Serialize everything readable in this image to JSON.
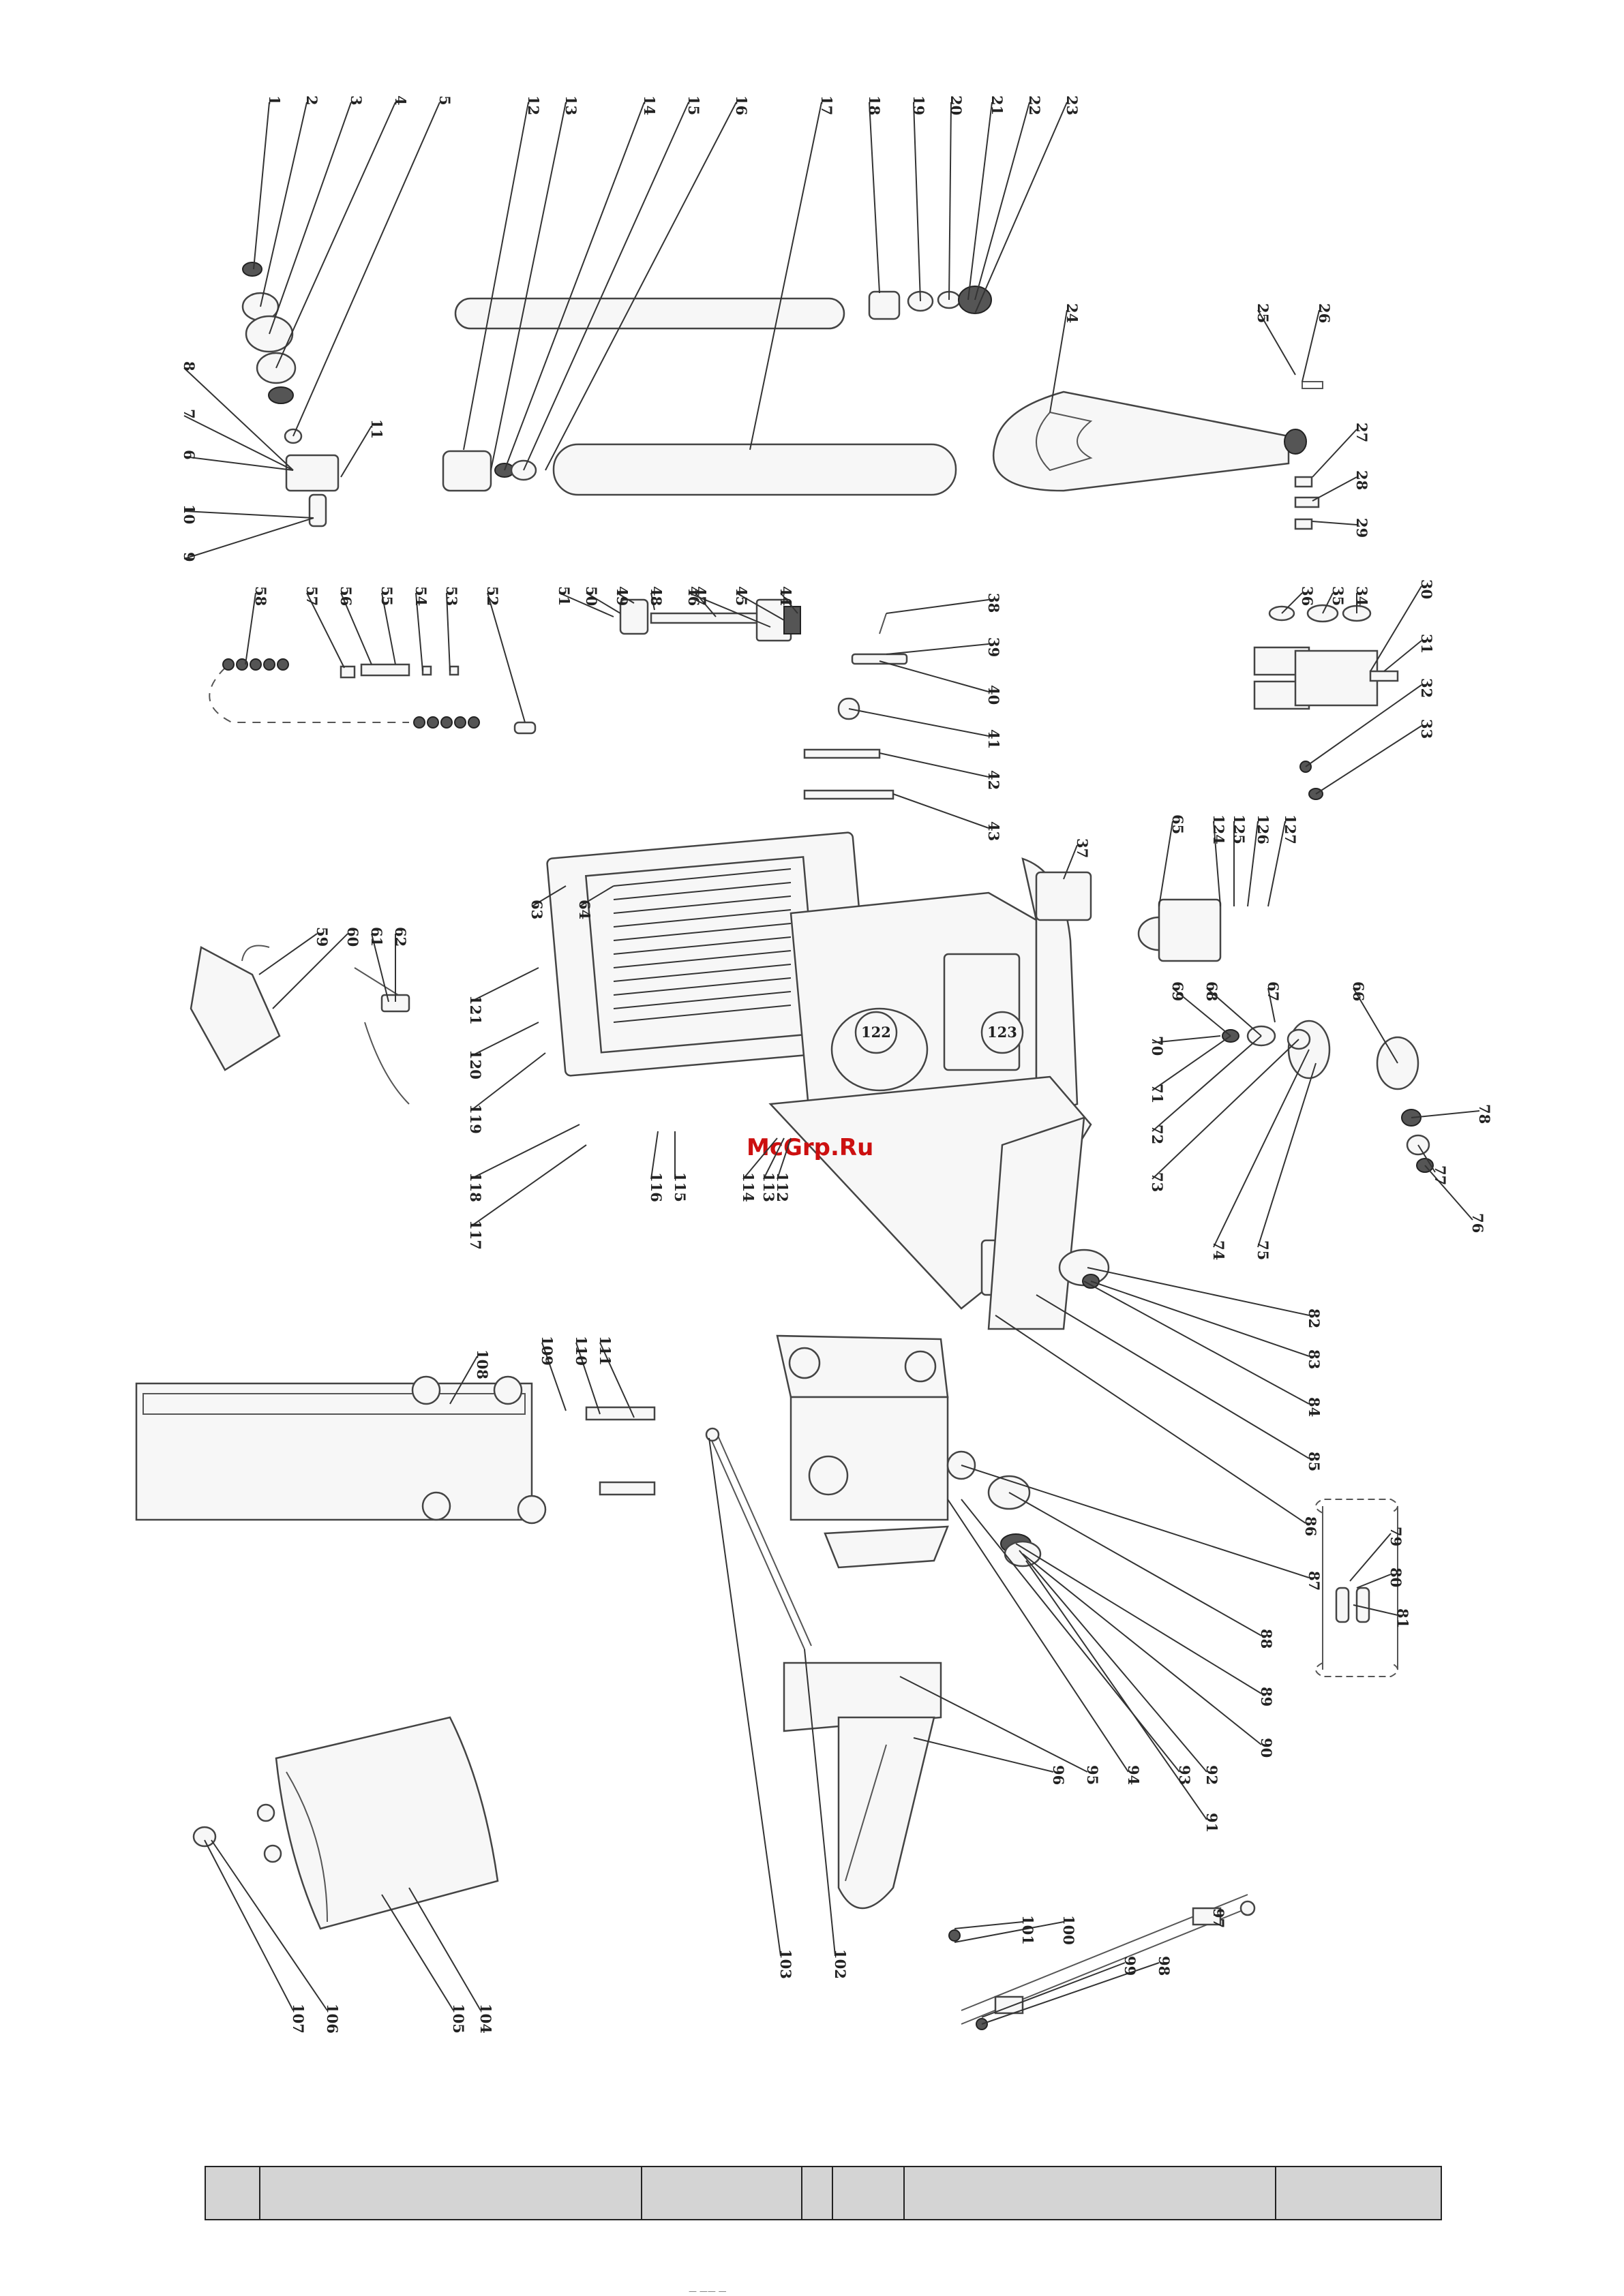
{
  "watermark": "McGrp.Ru",
  "callouts": [
    "1",
    "2",
    "3",
    "4",
    "5",
    "6",
    "7",
    "8",
    "9",
    "10",
    "11",
    "12",
    "13",
    "14",
    "15",
    "16",
    "17",
    "18",
    "19",
    "20",
    "21",
    "22",
    "23",
    "24",
    "25",
    "26",
    "27",
    "28",
    "29",
    "30",
    "31",
    "32",
    "33",
    "34",
    "35",
    "36",
    "37",
    "38",
    "39",
    "40",
    "41",
    "42",
    "43",
    "44",
    "45",
    "46",
    "47",
    "48",
    "49",
    "50",
    "51",
    "52",
    "53",
    "54",
    "55",
    "56",
    "57",
    "58",
    "59",
    "60",
    "61",
    "62",
    "63",
    "64",
    "65",
    "66",
    "67",
    "68",
    "69",
    "70",
    "71",
    "72",
    "73",
    "74",
    "75",
    "76",
    "77",
    "78",
    "79",
    "80",
    "81",
    "82",
    "83",
    "84",
    "85",
    "86",
    "87",
    "88",
    "89",
    "90",
    "91",
    "92",
    "93",
    "94",
    "95",
    "96",
    "97",
    "98",
    "99",
    "100",
    "101",
    "102",
    "103",
    "104",
    "105",
    "106",
    "107",
    "108",
    "109",
    "110",
    "111",
    "112",
    "113",
    "114",
    "115",
    "116",
    "117",
    "118",
    "119",
    "120",
    "121",
    "122",
    "123",
    "124",
    "125",
    "126",
    "127"
  ],
  "motor_labels": {
    "motor": "122",
    "box": "123"
  },
  "table_cells": [
    "",
    "",
    "",
    "",
    "",
    "",
    "",
    ""
  ],
  "footer": "— —— —"
}
